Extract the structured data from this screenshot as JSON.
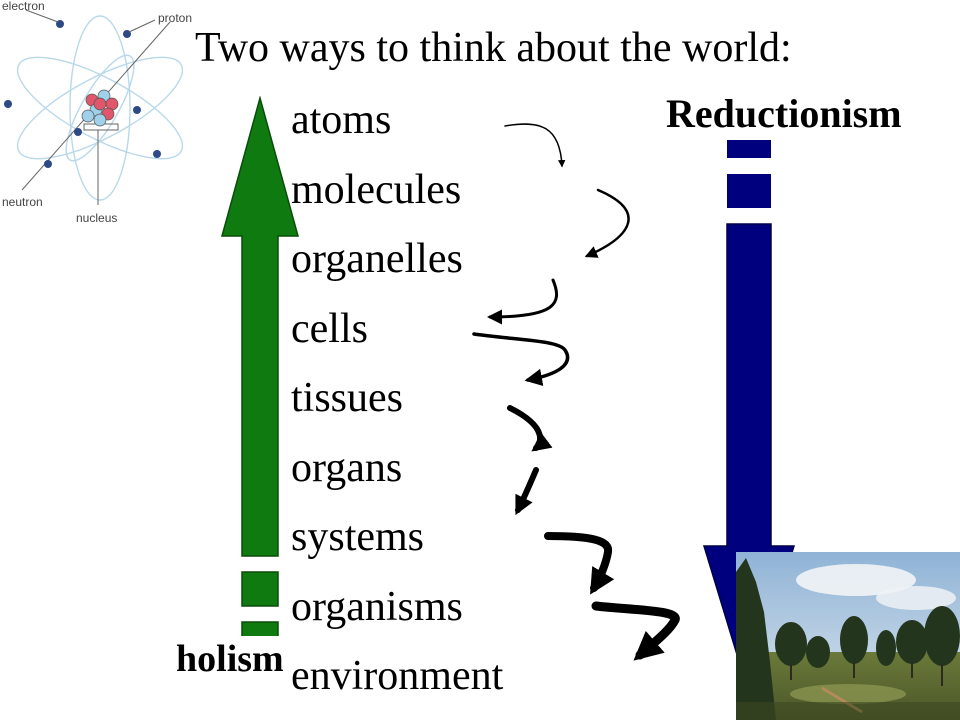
{
  "title": "Two ways to think about the world:",
  "levels": [
    "atoms",
    "molecules",
    "organelles",
    "cells",
    "tissues",
    "organs",
    "systems",
    "organisms",
    "environment"
  ],
  "reductionism_label": "Reductionism",
  "holism_label": "holism",
  "atom_labels": {
    "electron": "electron",
    "proton": "proton",
    "neutron": "neutron",
    "nucleus": "nucleus"
  },
  "colors": {
    "holism_arrow": "#0f7a0f",
    "reductionism_arrow": "#00007f",
    "electron": "#2e4a86",
    "proton": "#e0566b",
    "neutron": "#9fd1ea",
    "orbit": "#b9d8ea"
  },
  "icons": {
    "atom": "atom-diagram-icon",
    "arrow_up": "up-arrow-icon",
    "arrow_down": "down-arrow-icon"
  }
}
